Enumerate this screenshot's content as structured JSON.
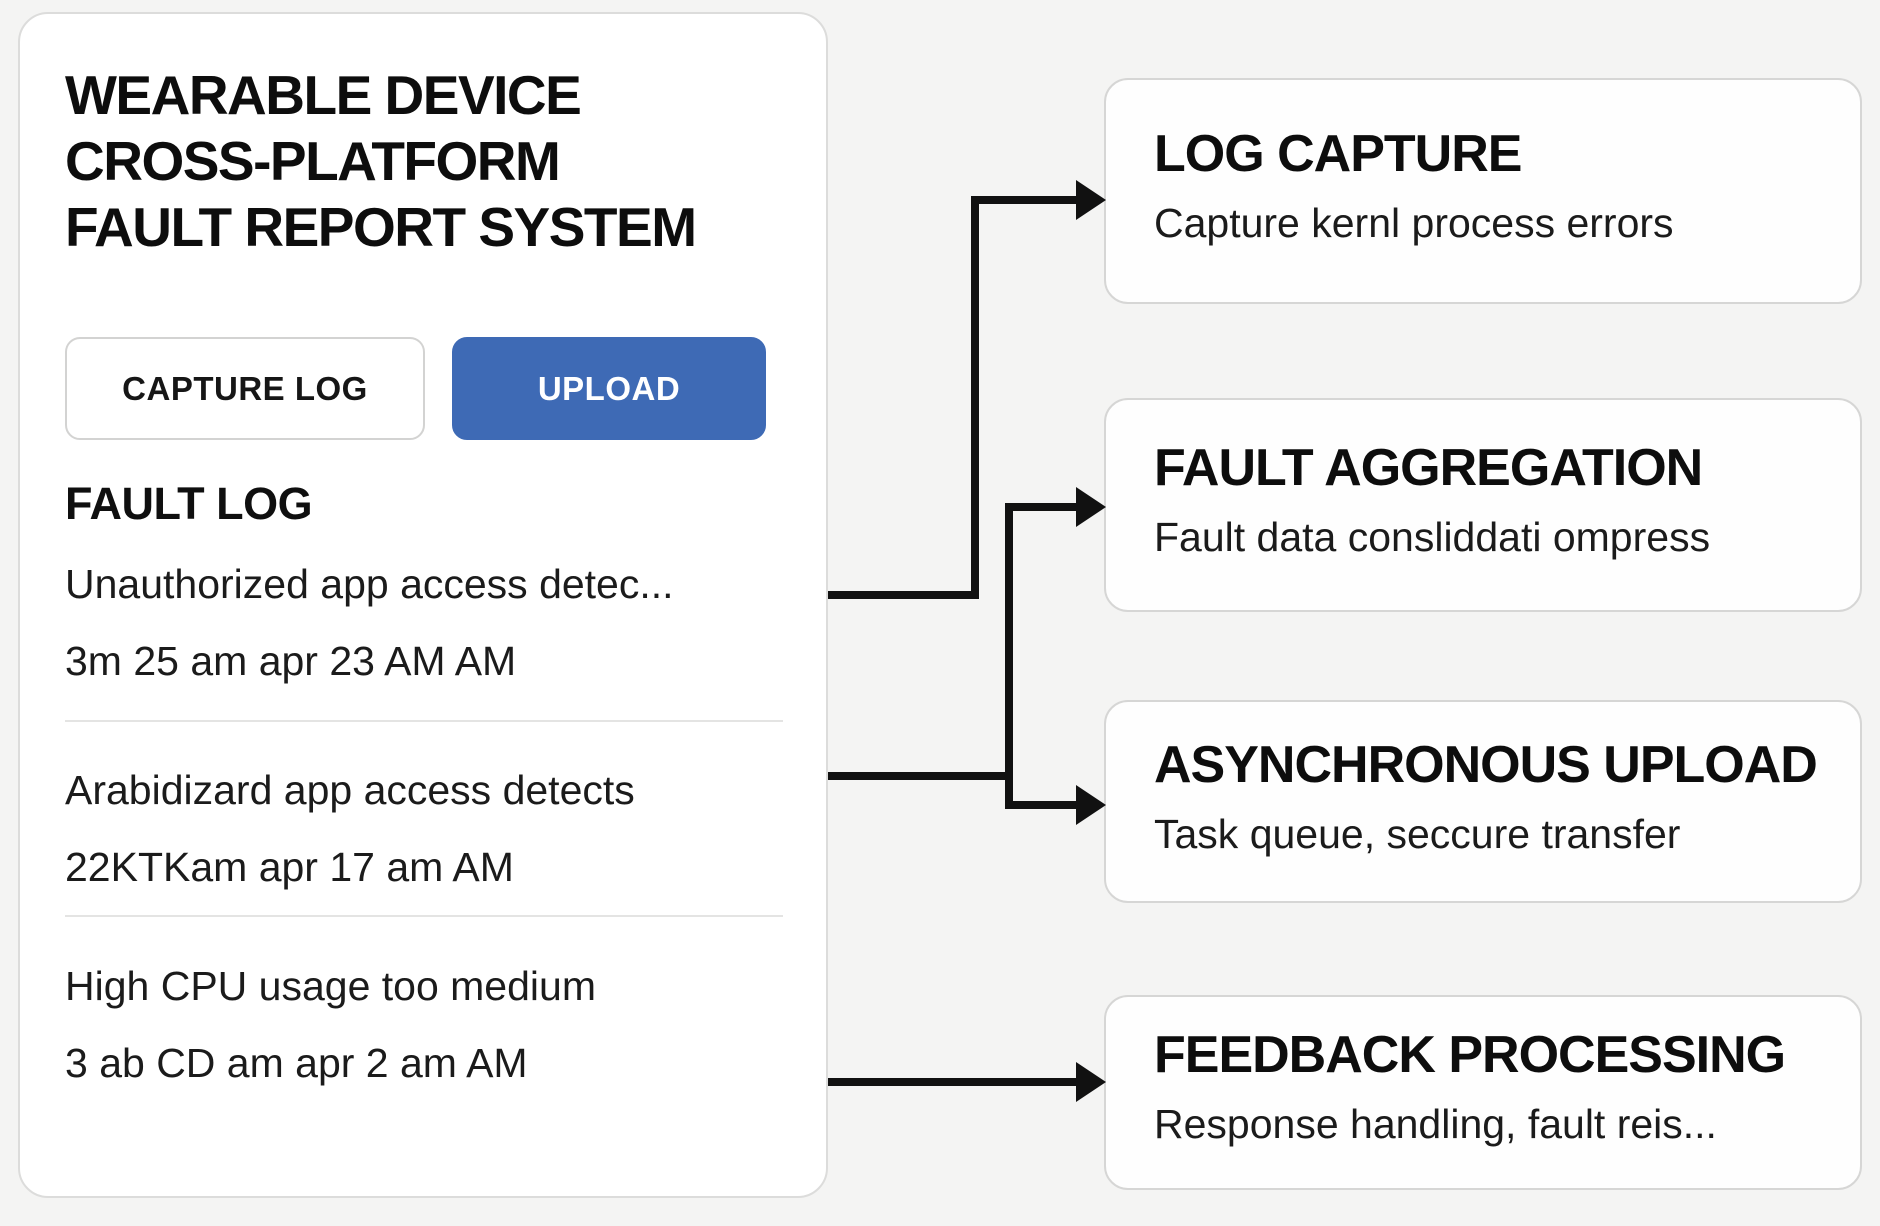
{
  "panel": {
    "title_lines": [
      "WEARABLE DEVICE",
      "CROSS-PLATFORM",
      "FAULT REPORT SYSTEM"
    ],
    "buttons": {
      "capture_label": "CAPTURE LOG",
      "upload_label": "UPLOAD"
    },
    "fault_log": {
      "heading": "FAULT LOG",
      "entries": [
        {
          "message": "Unauthorized app access detec...",
          "timestamp": "3m 25 am apr 23 AM AM"
        },
        {
          "message": "Arabidizard app access detects",
          "timestamp": "22KTKam apr 17 am AM"
        },
        {
          "message": "High CPU usage too medium",
          "timestamp": "3 ab CD am apr 2 am AM"
        }
      ]
    }
  },
  "nodes": [
    {
      "title": "LOG CAPTURE",
      "subtitle": "Capture kernl process errors"
    },
    {
      "title": "FAULT AGGREGATION",
      "subtitle": "Fault data consliddati ompress"
    },
    {
      "title": "ASYNCHRONOUS UPLOAD",
      "subtitle": "Task queue, seccure transfer"
    },
    {
      "title": "FEEDBACK PROCESSING",
      "subtitle": "Response handling, fault reis..."
    }
  ],
  "colors": {
    "background": "#f4f4f3",
    "accent_blue": "#3e6ab5",
    "connector_black": "#111111",
    "card_border": "#d6d6d5"
  }
}
